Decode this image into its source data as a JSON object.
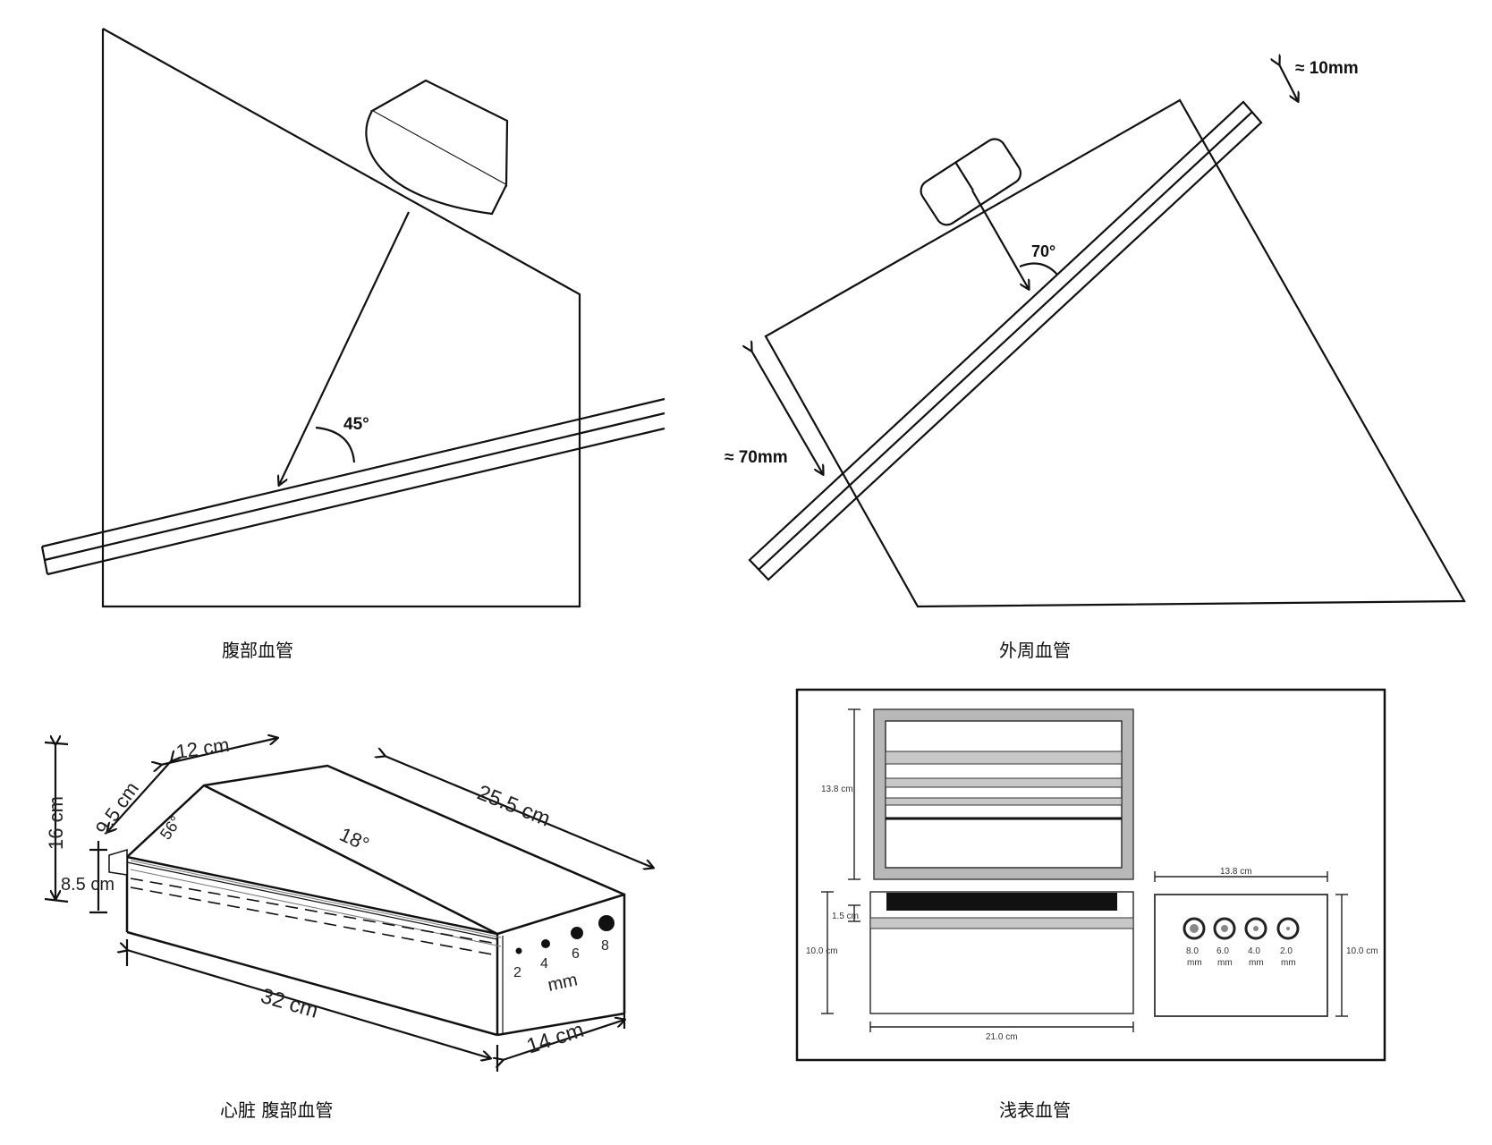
{
  "panels": {
    "abdominal": {
      "caption": "腹部血管",
      "angle": "45°"
    },
    "peripheral": {
      "caption": "外周血管",
      "angle": "70°",
      "thickness": "≈ 10mm",
      "depth": "≈ 70mm"
    },
    "cardiac": {
      "caption": "心脏  腹部血管",
      "dims": {
        "width_top": "12 cm",
        "length_top": "25.5 cm",
        "slope_angle": "18°",
        "front_angle": "56°",
        "height": "16 cm",
        "front_height": "9.5 cm",
        "low_height": "8.5 cm",
        "length": "32 cm",
        "depth": "14 cm",
        "unit": "mm"
      },
      "holes": [
        "2",
        "4",
        "6",
        "8"
      ]
    },
    "superficial": {
      "caption": "浅表血管",
      "dims": {
        "top_height": "13.8 cm",
        "stripe": "1.5 cm",
        "block_height": "10.0 cm",
        "block_width": "21.0 cm",
        "right_width": "13.8 cm",
        "right_height": "10.0 cm"
      },
      "vessels": [
        {
          "size": "8.0",
          "unit": "mm"
        },
        {
          "size": "6.0",
          "unit": "mm"
        },
        {
          "size": "4.0",
          "unit": "mm"
        },
        {
          "size": "2.0",
          "unit": "mm"
        }
      ]
    }
  }
}
